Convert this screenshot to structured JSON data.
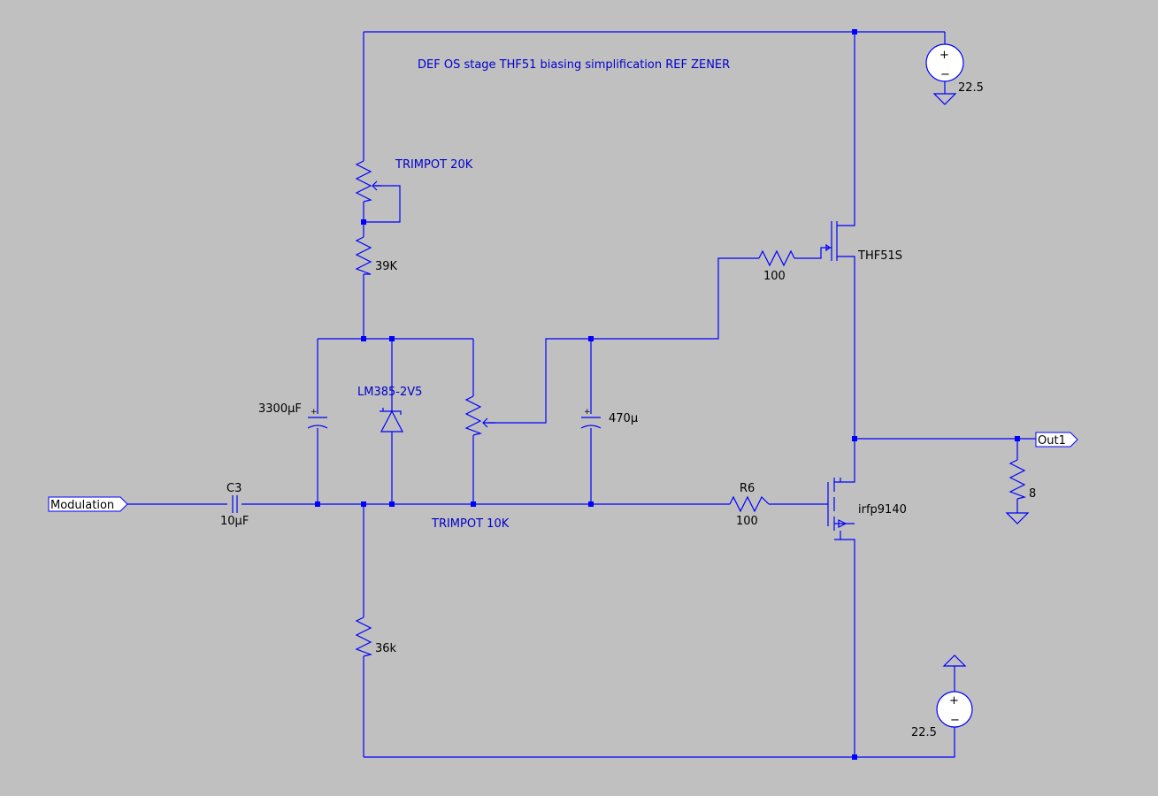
{
  "title": "DEF OS stage THF51 biasing simplification  REF ZENER",
  "colors": {
    "background": "#c0c0c0",
    "wire": "#0000ff",
    "label": "#000000",
    "comment": "#0000cc"
  },
  "ports": {
    "input": "Modulation",
    "output": "Out1"
  },
  "components": {
    "c3": {
      "name": "C3",
      "value": "10µF"
    },
    "cap_3300": {
      "value": "3300µF"
    },
    "cap_470": {
      "value": "470µ"
    },
    "trimpot_20k": {
      "label": "TRIMPOT 20K"
    },
    "trimpot_10k": {
      "label": "TRIMPOT 10K"
    },
    "r_39k": {
      "value": "39K"
    },
    "r_36k": {
      "value": "36k"
    },
    "r_gate_thf": {
      "value": "100"
    },
    "r6": {
      "name": "R6",
      "value": "100"
    },
    "r_load": {
      "value": "8"
    },
    "zener": {
      "label": "LM385-2V5"
    },
    "jfet": {
      "label": "THF51S"
    },
    "mosfet": {
      "label": "irfp9140"
    },
    "v_top": {
      "value": "22.5"
    },
    "v_bottom": {
      "value": "22.5"
    }
  },
  "polarity": {
    "plus": "+",
    "minus": "−"
  }
}
